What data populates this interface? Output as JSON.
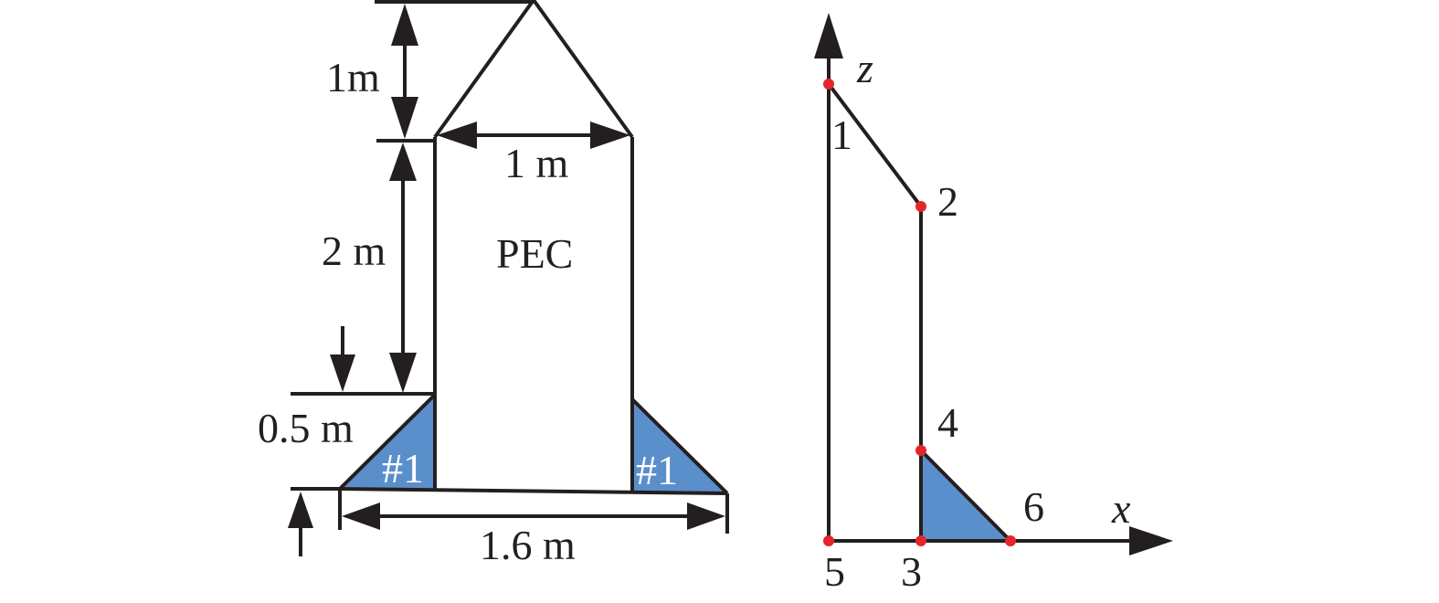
{
  "left_figure": {
    "dim_top": "1m",
    "dim_width": "1 m",
    "dim_body": "2 m",
    "dim_fin": "0.5 m",
    "dim_base": "1.6 m",
    "body_label": "PEC",
    "fin_left_label": "#1",
    "fin_right_label": "#1"
  },
  "right_figure": {
    "axis_z": "z",
    "axis_x": "x",
    "points": [
      "1",
      "2",
      "3",
      "4",
      "5",
      "6"
    ]
  },
  "colors": {
    "line": "#231f20",
    "fin_fill": "#5b8fcb",
    "point": "#e5252a"
  }
}
